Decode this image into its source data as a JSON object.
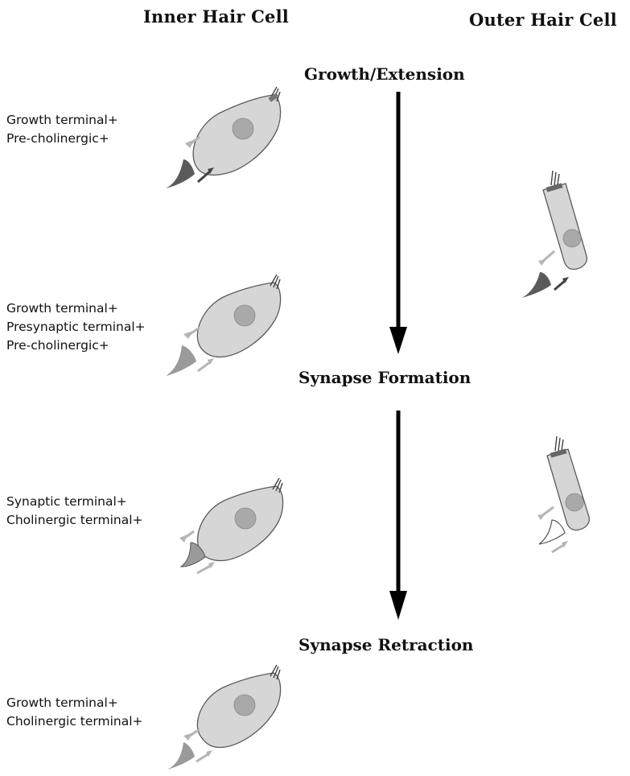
{
  "headers": {
    "inner": "Inner Hair Cell",
    "outer": "Outer Hair Cell"
  },
  "stages": [
    "Growth/Extension",
    "Synapse Formation",
    "Synapse Retraction"
  ],
  "labels": [
    [
      "Growth terminal+",
      "Pre-cholinergic+"
    ],
    [
      "Growth terminal+",
      "Presynaptic terminal+",
      "Pre-cholinergic+"
    ],
    [
      "Synaptic terminal+",
      "Cholinergic terminal+"
    ],
    [
      "Growth terminal+",
      "Cholinergic terminal+"
    ]
  ],
  "colors": {
    "cell_fill": "#d6d6d6",
    "cell_stroke": "#5a5a5a",
    "nucleus": "#a9a9a9",
    "terminal_dark": "#5b5b5b",
    "terminal_light": "#9a9a9a",
    "arrow_light": "#b5b5b5",
    "arrow_dark": "#444444",
    "timeline_arrow": "#000000"
  }
}
